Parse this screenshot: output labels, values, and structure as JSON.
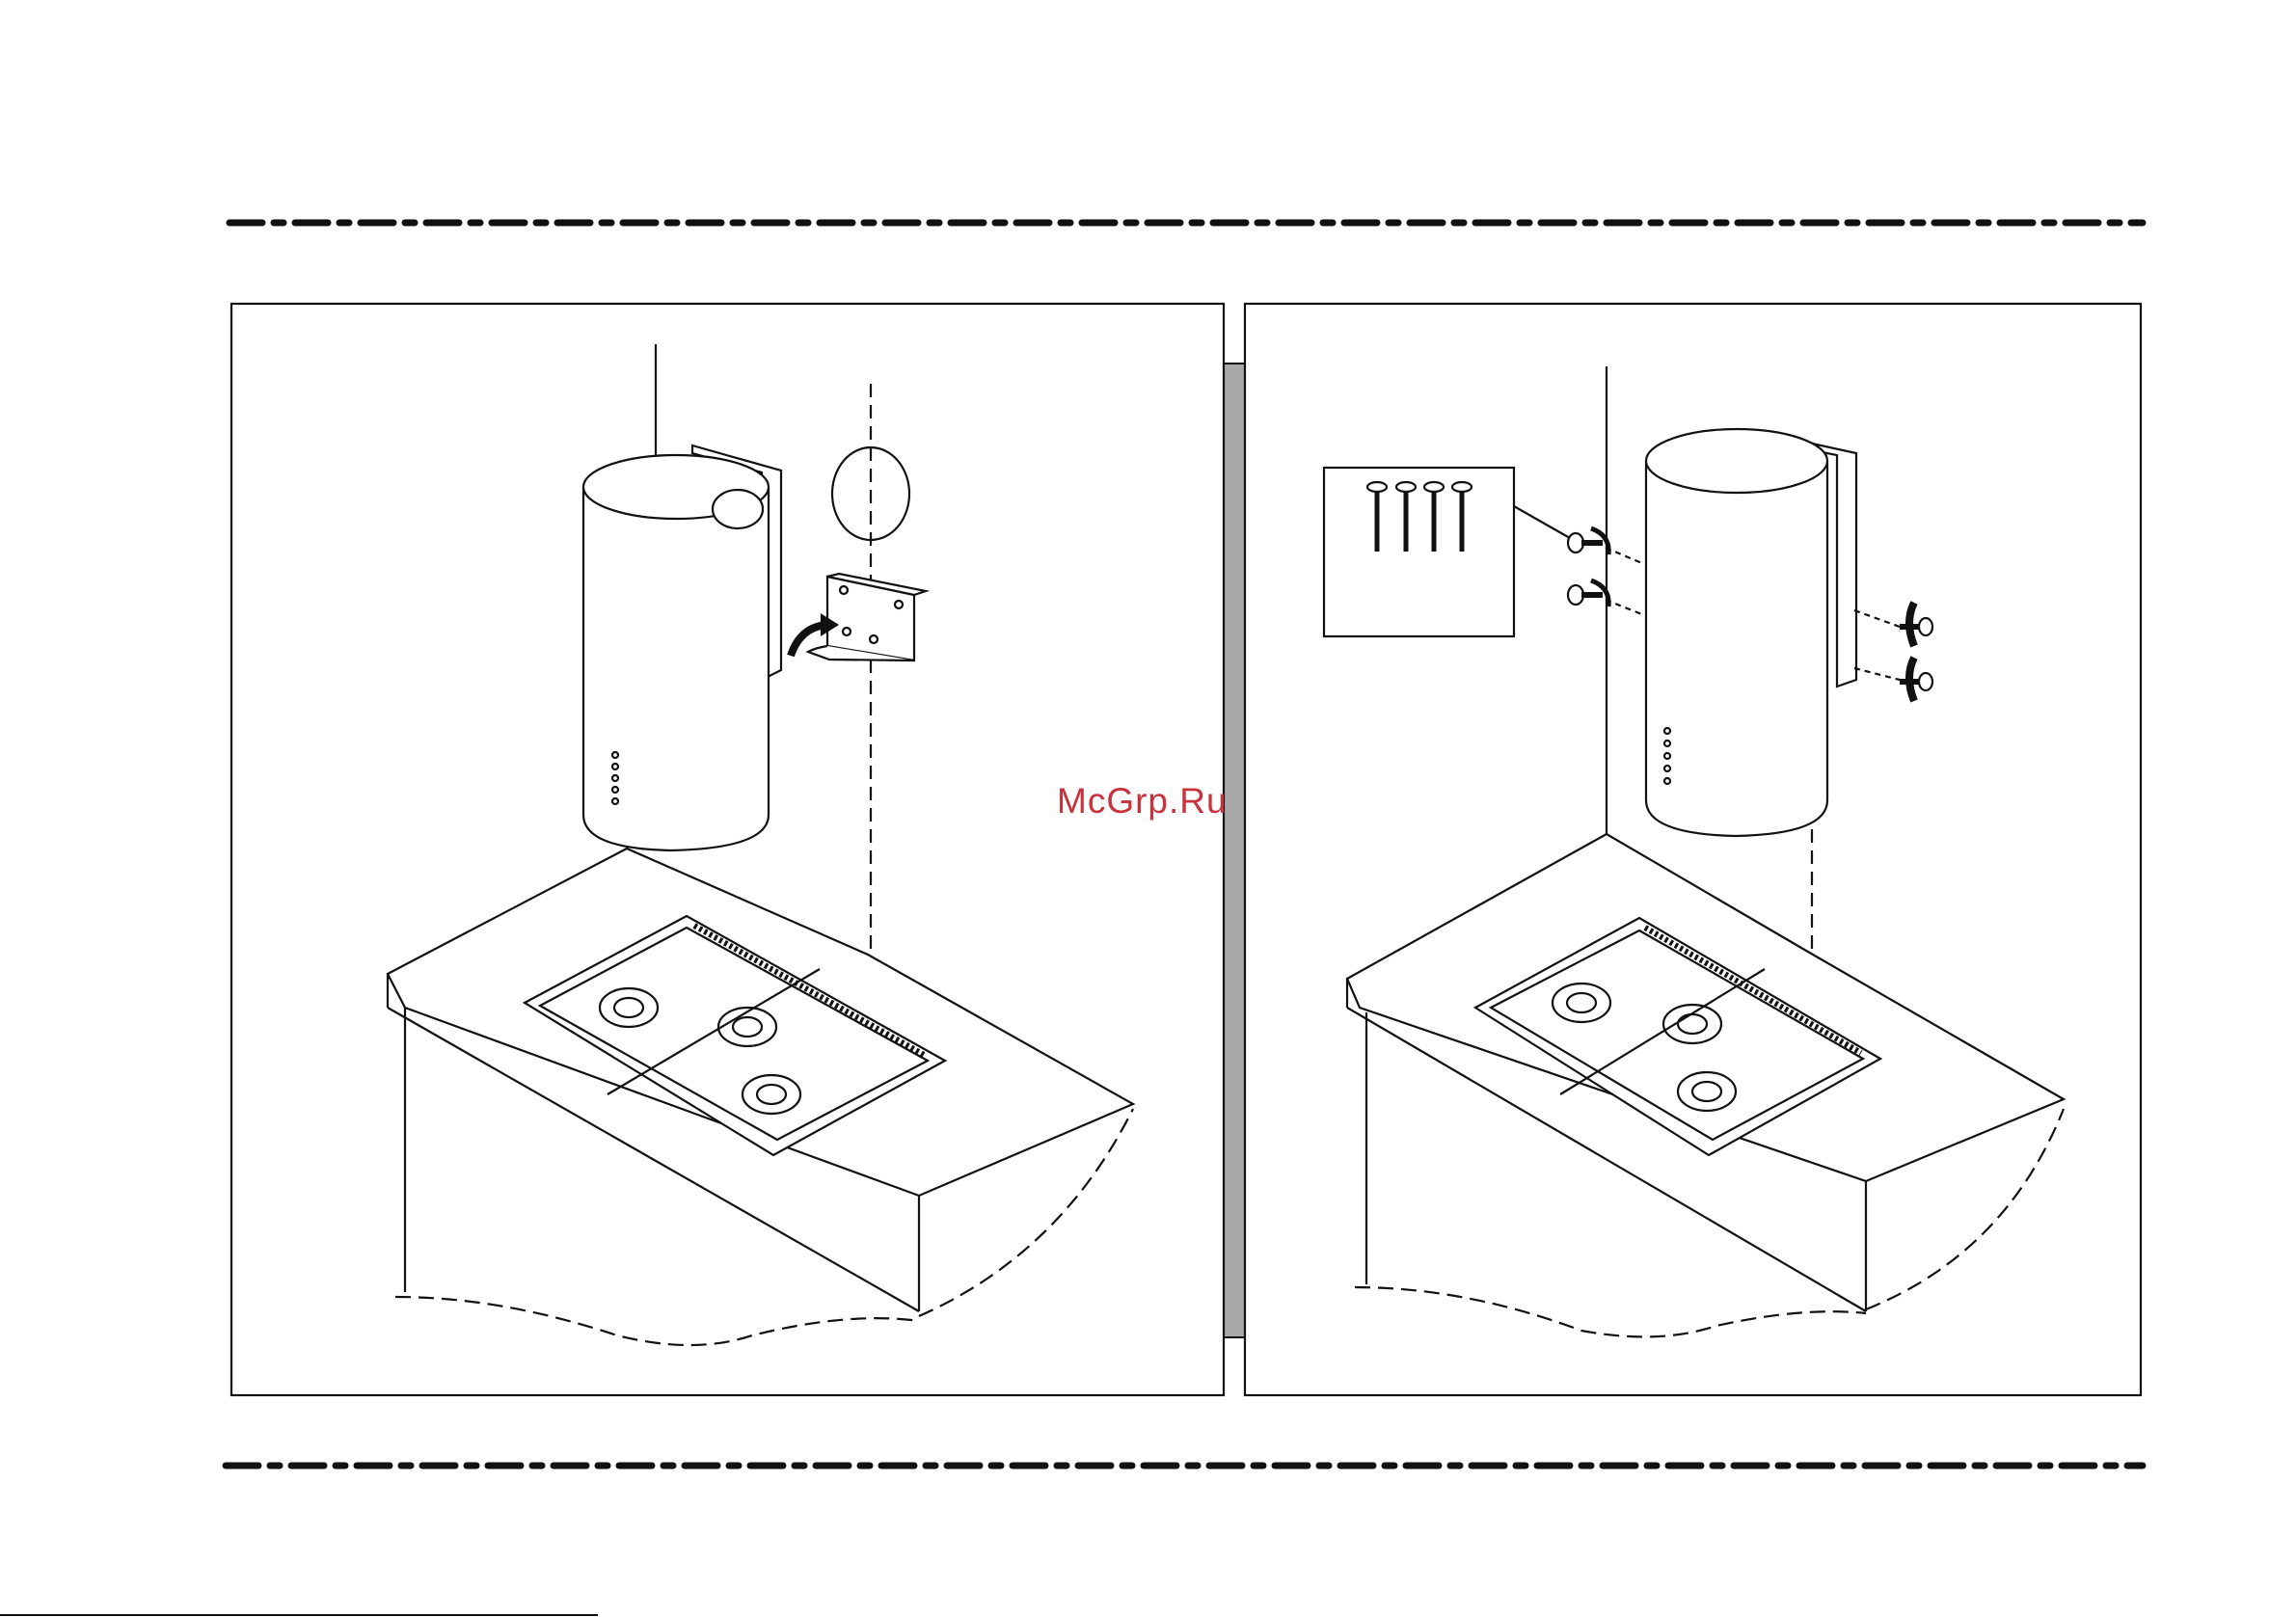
{
  "watermark": {
    "text": "McGrp.Ru",
    "color": "#c8323c"
  },
  "colors": {
    "line": "#111111",
    "divider_fill": "#a9a9a9",
    "background": "#ffffff"
  },
  "figures": [
    {
      "id": "left",
      "icon": "range-hood-mounting-bracket-illustration"
    },
    {
      "id": "right",
      "icon": "range-hood-screw-fixing-illustration"
    }
  ]
}
